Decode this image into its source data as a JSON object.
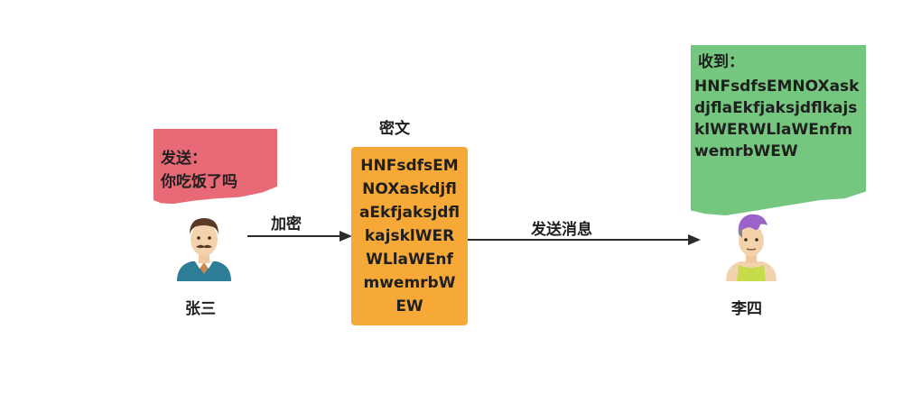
{
  "sender": {
    "name": "张三",
    "note_title": "发送：",
    "note_text": "你吃饭了吗"
  },
  "encrypt_label": "加密",
  "cipher": {
    "title": "密文",
    "text": "HNFsdfsEMNOXaskdjflaEkfjaksjdflkajsklWERWLlaWEnfmwemrbWEW"
  },
  "send_label": "发送消息",
  "receiver": {
    "name": "李四",
    "note_title": "收到：",
    "note_text": "HNFsdfsEMNOXaskdjflaEkfjaksjdflkajsklWERWLlaWEnfmwemrbWEW"
  },
  "icons": {
    "sender": "man-with-mustache-avatar-icon",
    "receiver": "purple-haired-person-avatar-icon"
  },
  "colors": {
    "sender_note": "#e86a76",
    "receiver_note": "#75c77f",
    "cipher_box": "#f6a937"
  }
}
